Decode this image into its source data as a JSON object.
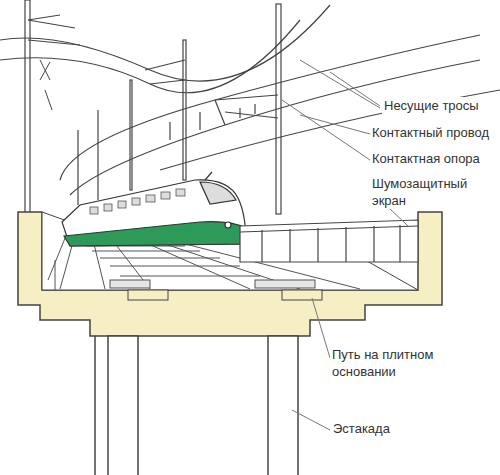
{
  "diagram": {
    "labels": [
      "Несущие тросы",
      "Контактный провод",
      "Контактная опора",
      "Шумозащитный экран",
      "Путь на плитном основании",
      "Эстакада"
    ]
  }
}
